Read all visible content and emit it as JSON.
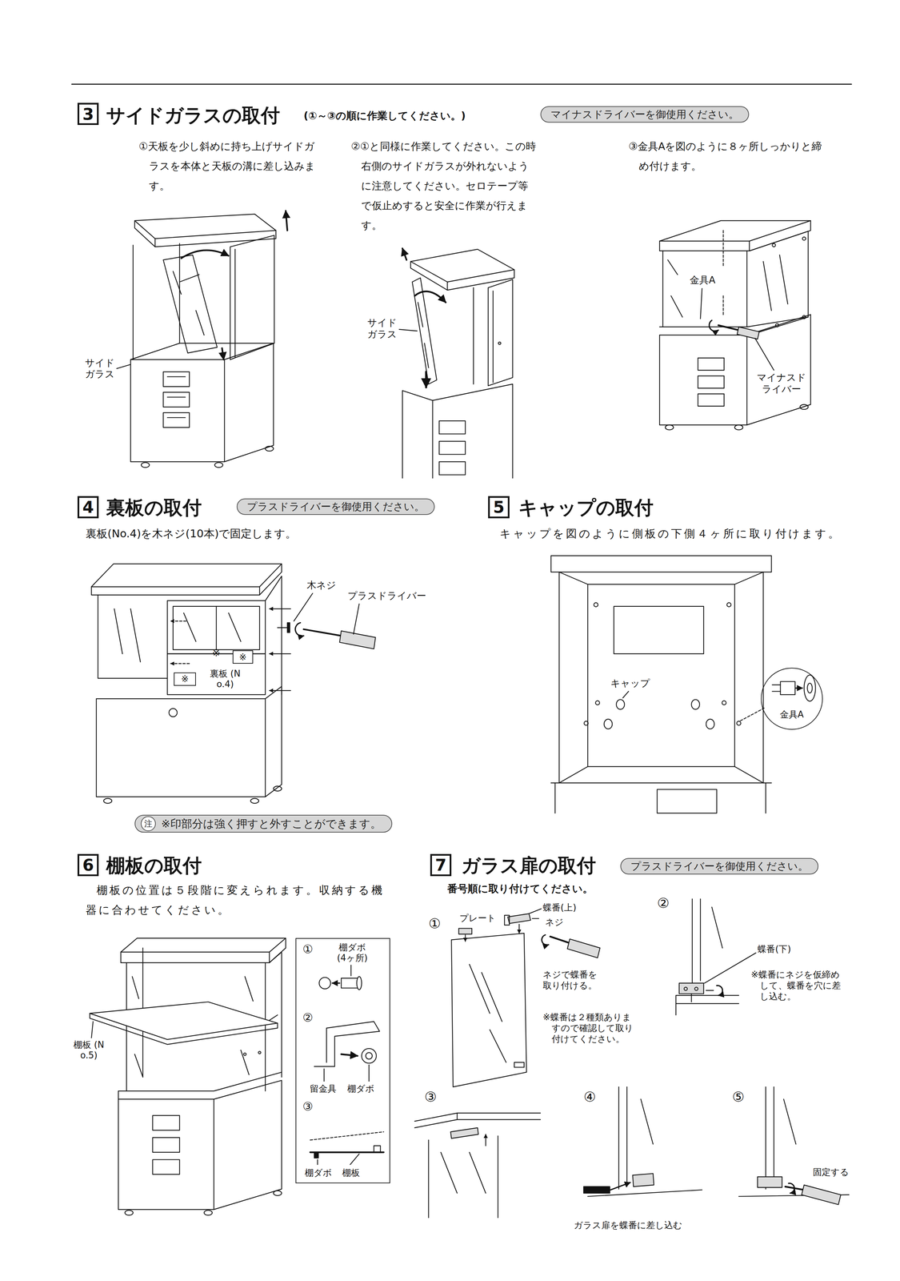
{
  "diagram": {
    "nodes": [
      {
        "text": [
          "3"
        ]
      },
      {
        "text": [
          "マイナスドライバーを御使用ください。"
        ]
      },
      {
        "text": [
          "4"
        ]
      },
      {
        "text": [
          "プラスドライバーを御使用ください。"
        ]
      },
      {
        "text": [
          "※"
        ]
      },
      {
        "text": [
          "※"
        ]
      },
      {
        "text": [
          "※印部分は強く押すと外すことができます。"
        ]
      },
      {
        "text": [
          "注"
        ],
        "in": 6
      },
      {
        "text": [
          "5"
        ]
      },
      {
        "text": [
          "金具A"
        ]
      },
      {
        "text": [
          "6"
        ]
      },
      {
        "text": [
          "①",
          "棚ダボ (4ヶ所)",
          "②",
          "留金具",
          "棚ダボ",
          "③",
          "棚ダボ",
          "棚板"
        ]
      },
      {
        "text": [
          "7"
        ]
      },
      {
        "text": [
          "プラスドライバーを御使用ください。"
        ]
      }
    ],
    "labels": [
      "サイドガラスの取付",
      "(①～③の順に作業してください。)",
      "①天板を少し斜めに持ち上げサイドガラスを本体と天板の溝に差し込みます。",
      "②①と同様に作業してください。この時右側のサイドガラスが外れないように注意してください。セロテープ等で仮止めすると安全に作業が行えます。",
      "③金具Aを図のように８ヶ所しっかりと締め付けます。",
      "サイドガラス",
      "サイドガラス",
      "金具A",
      "マイナスドライバー",
      "裏板の取付",
      "裏板(No.4)を木ネジ(10本)で固定します。",
      "木ネジ",
      "プラスドライバー",
      "※",
      "裏板 (No.4)",
      "キャップの取付",
      "キャップを図のように側板の下側４ヶ所に取り付けます。",
      "キャップ",
      "棚板の取付",
      "棚板の位置は５段階に変えられます。収納する機器に合わせてください。",
      "棚板 (No.5)",
      "ガラス扉の取付",
      "番号順に取り付けてください。",
      "①",
      "プレート",
      "蝶番(上)",
      "ネジ",
      "ネジで蝶番を取り付ける。",
      "※蝶番は２種類ありますので確認して取り付けてください。",
      "②",
      "蝶番(下)",
      "※蝶番にネジを仮締めして、蝶番を穴に差し込む。",
      "③",
      "④",
      "⑤",
      "固定する",
      "ガラス扉を蝶番に差し込む"
    ]
  }
}
